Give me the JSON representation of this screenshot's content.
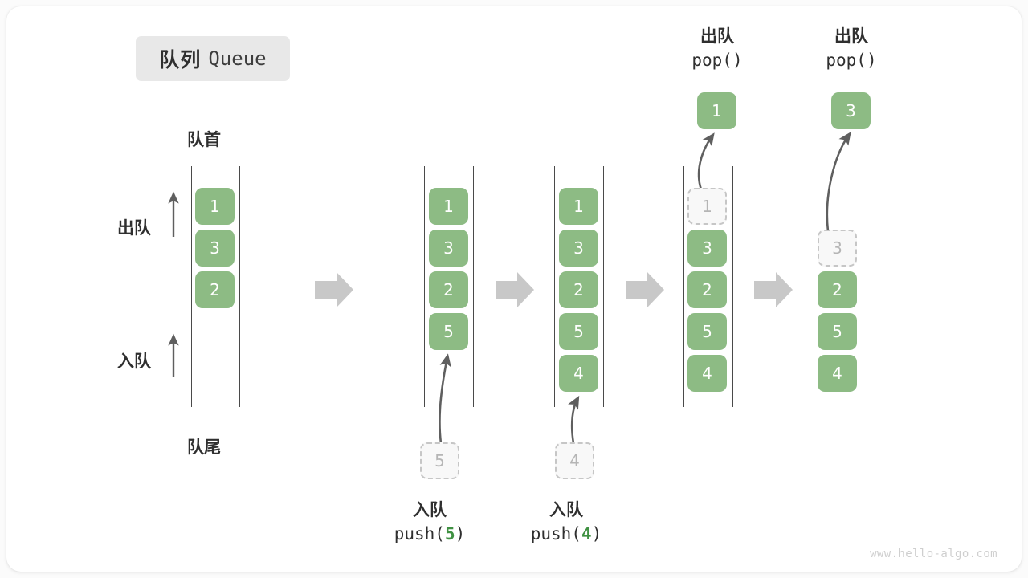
{
  "title": {
    "cn": "队列",
    "en": "Queue"
  },
  "axis_labels": {
    "head": "队首",
    "tail": "队尾",
    "dequeue": "出队",
    "enqueue": "入队"
  },
  "colors": {
    "element_fill": "#8dbb84",
    "element_text": "#ffffff",
    "ghost_border": "#c6c6c6",
    "ghost_text": "#b5b5b5",
    "rail": "#4a4a4a",
    "arrow": "#5f5f5f",
    "step_arrow": "#c8c8c8",
    "badge_bg": "#e8e8e8",
    "code_number": "#3f9142",
    "watermark": "#cfcfcf"
  },
  "steps": [
    {
      "name": "initial",
      "cells": [
        {
          "value": "1",
          "state": "filled"
        },
        {
          "value": "3",
          "state": "filled"
        },
        {
          "value": "2",
          "state": "filled"
        }
      ],
      "caption_cn": "",
      "caption_code": "",
      "incoming": null,
      "popped": null
    },
    {
      "name": "push-5",
      "cells": [
        {
          "value": "1",
          "state": "filled"
        },
        {
          "value": "3",
          "state": "filled"
        },
        {
          "value": "2",
          "state": "filled"
        },
        {
          "value": "5",
          "state": "filled"
        }
      ],
      "caption_cn": "入队",
      "caption_code_prefix": "push(",
      "caption_code_num": "5",
      "caption_code_suffix": ")",
      "incoming": "5",
      "popped": null
    },
    {
      "name": "push-4",
      "cells": [
        {
          "value": "1",
          "state": "filled"
        },
        {
          "value": "3",
          "state": "filled"
        },
        {
          "value": "2",
          "state": "filled"
        },
        {
          "value": "5",
          "state": "filled"
        },
        {
          "value": "4",
          "state": "filled"
        }
      ],
      "caption_cn": "入队",
      "caption_code_prefix": "push(",
      "caption_code_num": "4",
      "caption_code_suffix": ")",
      "incoming": "4",
      "popped": null
    },
    {
      "name": "pop-1",
      "cells": [
        {
          "value": "1",
          "state": "ghost"
        },
        {
          "value": "3",
          "state": "filled"
        },
        {
          "value": "2",
          "state": "filled"
        },
        {
          "value": "5",
          "state": "filled"
        },
        {
          "value": "4",
          "state": "filled"
        }
      ],
      "caption_cn": "出队",
      "caption_code_prefix": "pop(",
      "caption_code_num": "",
      "caption_code_suffix": ")",
      "incoming": null,
      "popped": "1"
    },
    {
      "name": "pop-3",
      "cells": [
        {
          "value": "",
          "state": "empty"
        },
        {
          "value": "3",
          "state": "ghost"
        },
        {
          "value": "2",
          "state": "filled"
        },
        {
          "value": "5",
          "state": "filled"
        },
        {
          "value": "4",
          "state": "filled"
        }
      ],
      "caption_cn": "出队",
      "caption_code_prefix": "pop(",
      "caption_code_num": "",
      "caption_code_suffix": ")",
      "incoming": null,
      "popped": "3"
    }
  ],
  "watermark": "www.hello-algo.com"
}
